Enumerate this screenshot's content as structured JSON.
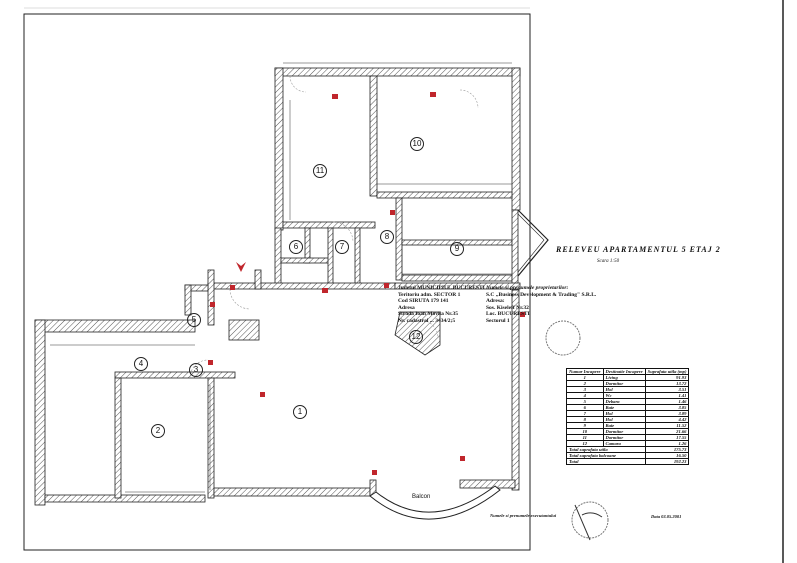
{
  "title": "RELEVEU APARTAMENTUL 5  ETAJ 2",
  "scale": "Scara 1:50",
  "location": {
    "judet": "Judetul MUNICIPIUL BUCURESTI",
    "teritoriu": "Teritoriu adm. SECTOR 1",
    "siruta": "Cod SIRUTA 179 141",
    "adresa_label": "Adresa",
    "strada": "Strada Ioan Movila Nr.35",
    "cadastral": "Nr. cadastral ... 3434/2;5"
  },
  "owner": {
    "label": "Numele si prenumele proprietarilor:",
    "name": "S.C „Business Development & Trading\" S.R.L.",
    "adresa_label": "Adresa:",
    "street": "Sos. Kiseleff Nr.32",
    "loc": "Loc. BUCURESTI",
    "sector": "Sectorul 1"
  },
  "rooms_table": {
    "headers": [
      "Numar Incapere",
      "Destinatie Incapere",
      "Suprafata utila (mp)"
    ],
    "rows": [
      [
        "1",
        "Living",
        "91.93"
      ],
      [
        "2",
        "Dormitor",
        "13.72"
      ],
      [
        "3",
        "Hol",
        "3.51"
      ],
      [
        "4",
        "Wc",
        "1.41"
      ],
      [
        "5",
        "Debara",
        "1.46"
      ],
      [
        "6",
        "Baie",
        "3.85"
      ],
      [
        "7",
        "Hol",
        "3.89"
      ],
      [
        "8",
        "Hol",
        "4.42"
      ],
      [
        "9",
        "Baie",
        "11.52"
      ],
      [
        "10",
        "Dormitor",
        "21.66"
      ],
      [
        "11",
        "Dormitor",
        "17.55"
      ],
      [
        "12",
        "Camara",
        "1.26"
      ]
    ],
    "totals": [
      [
        "Total suprafata utila",
        "175.73"
      ],
      [
        "Total suprafata balcoane",
        "16.50"
      ],
      [
        "Total",
        "192.23"
      ]
    ]
  },
  "plan": {
    "room_numbers": [
      "1",
      "2",
      "3",
      "4",
      "5",
      "6",
      "7",
      "8",
      "9",
      "10",
      "11",
      "12"
    ],
    "balcony_label": "Balcon"
  },
  "footer": {
    "executant": "Numele si prenumele executantului",
    "date": "Data 03.05.2001"
  },
  "colors": {
    "line": "#222222",
    "dimension": "#c0262c"
  }
}
